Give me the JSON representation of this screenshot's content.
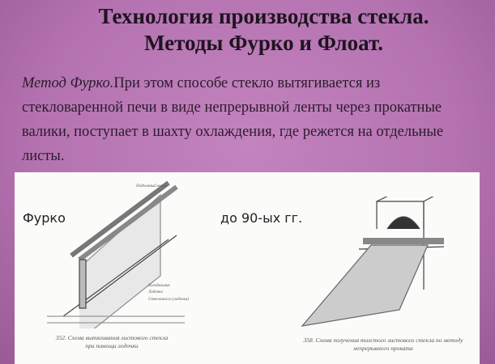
{
  "title": {
    "line1": "Технология производства стекла.",
    "line2": "Методы Фурко и Флоат."
  },
  "body": {
    "emphasis": "Метод Фурко.",
    "text": "При этом способе стекло вытягивается из стекловаренной печи в виде непрерывной ленты через прокатные валики, поступает в шахту охлаждения, где режется на отдельные листы."
  },
  "figure": {
    "left_label": "Фурко",
    "right_label": "до 90-ых гг.",
    "left_parts": [
      "Подъемный валик",
      "Холодильник",
      "Лодочка",
      "Стекломасса (лодочка)"
    ],
    "left_caption": "352. Схема вытягивания листового стекла при помощи лодочки",
    "right_caption": "358. Схема получения толстого листового стекла по методу непрерывного проката"
  }
}
